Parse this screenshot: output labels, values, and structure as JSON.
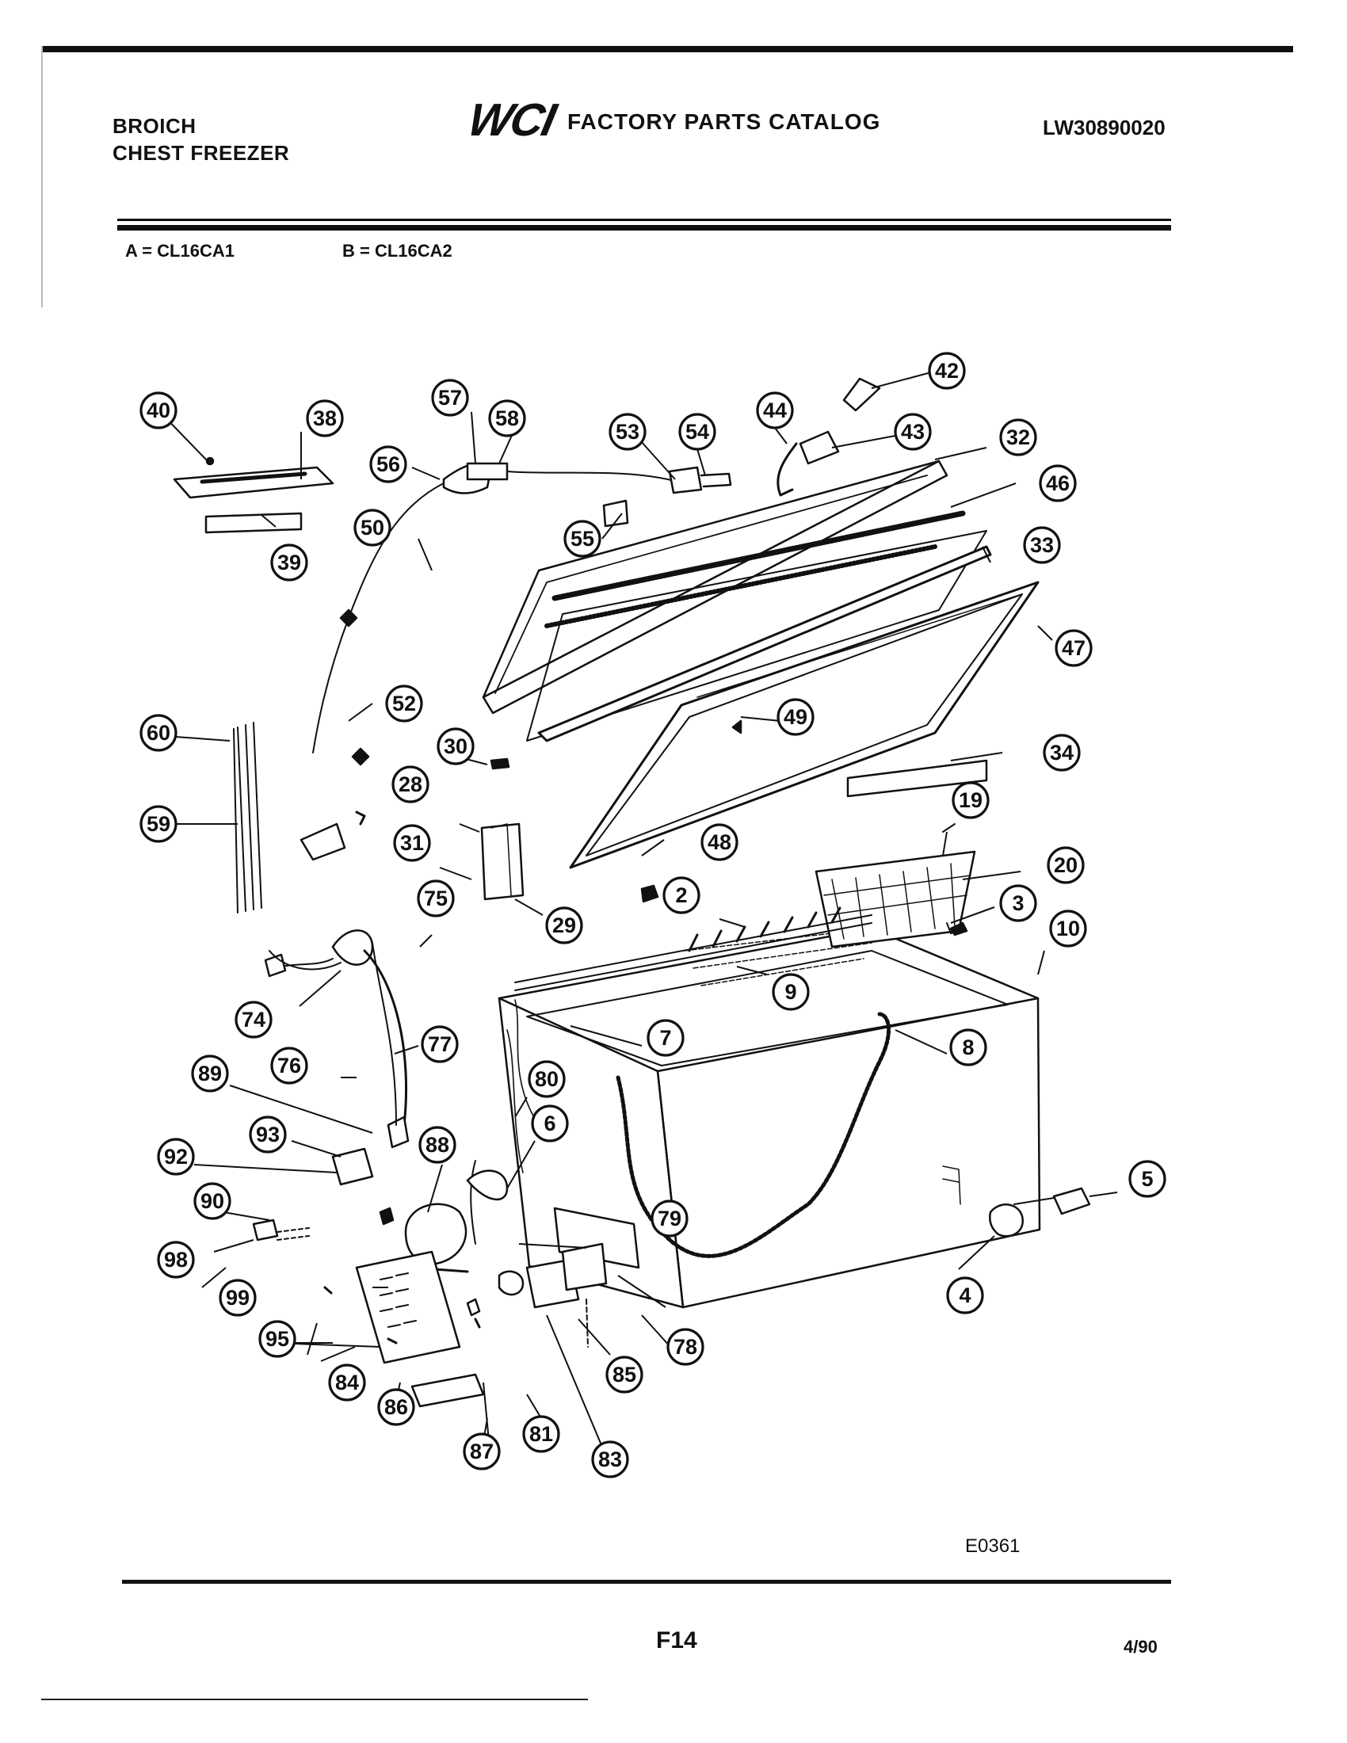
{
  "header": {
    "brand_line1": "BROICH",
    "brand_line2": "CHEST FREEZER",
    "logo": "WCI",
    "catalog_title": "FACTORY PARTS CATALOG",
    "catalog_number": "LW30890020"
  },
  "models": {
    "a": "A = CL16CA1",
    "b": "B = CL16CA2"
  },
  "callouts": [
    "40",
    "38",
    "39",
    "57",
    "58",
    "56",
    "53",
    "54",
    "55",
    "44",
    "43",
    "42",
    "32",
    "46",
    "33",
    "47",
    "50",
    "52",
    "60",
    "59",
    "30",
    "28",
    "31",
    "75",
    "29",
    "49",
    "34",
    "19",
    "20",
    "48",
    "3",
    "10",
    "2",
    "9",
    "7",
    "8",
    "74",
    "77",
    "76",
    "89",
    "93",
    "80",
    "6",
    "88",
    "92",
    "90",
    "98",
    "99",
    "95",
    "84",
    "86",
    "87",
    "81",
    "83",
    "85",
    "78",
    "79",
    "5",
    "4"
  ],
  "figure_code": "E0361",
  "footer": {
    "page": "F14",
    "date": "4/90"
  }
}
